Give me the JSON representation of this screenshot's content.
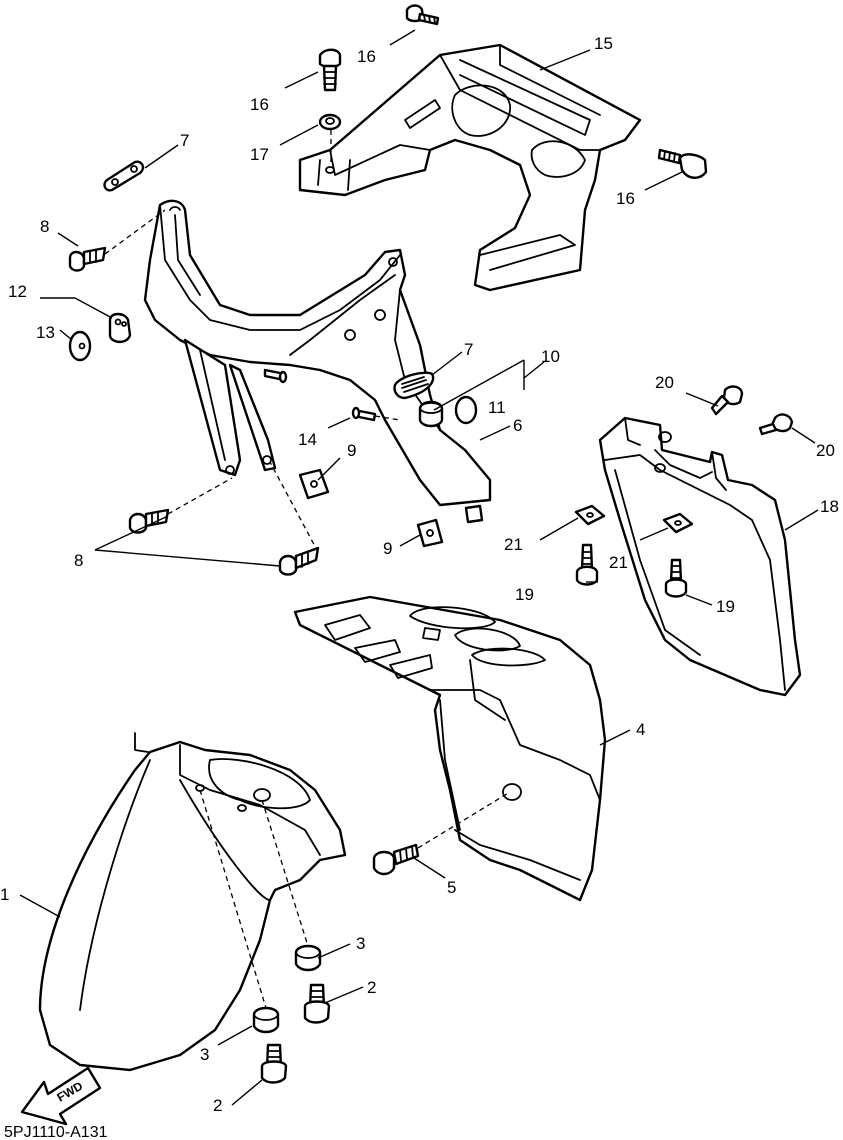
{
  "callouts": {
    "c1": "1",
    "c2a": "2",
    "c2b": "2",
    "c3a": "3",
    "c3b": "3",
    "c4": "4",
    "c5": "5",
    "c6": "6",
    "c7a": "7",
    "c7b": "7",
    "c8a": "8",
    "c8b": "8",
    "c9a": "9",
    "c9b": "9",
    "c10": "10",
    "c11": "11",
    "c12": "12",
    "c13": "13",
    "c14": "14",
    "c15": "15",
    "c16a": "16",
    "c16b": "16",
    "c16c": "16",
    "c17": "17",
    "c18": "18",
    "c19a": "19",
    "c19b": "19",
    "c20a": "20",
    "c20b": "20",
    "c21a": "21",
    "c21b": "21"
  },
  "fwd_label": "FWD",
  "diagram_code": "5PJ1110-A131",
  "colors": {
    "line": "#000000",
    "background": "#ffffff"
  }
}
